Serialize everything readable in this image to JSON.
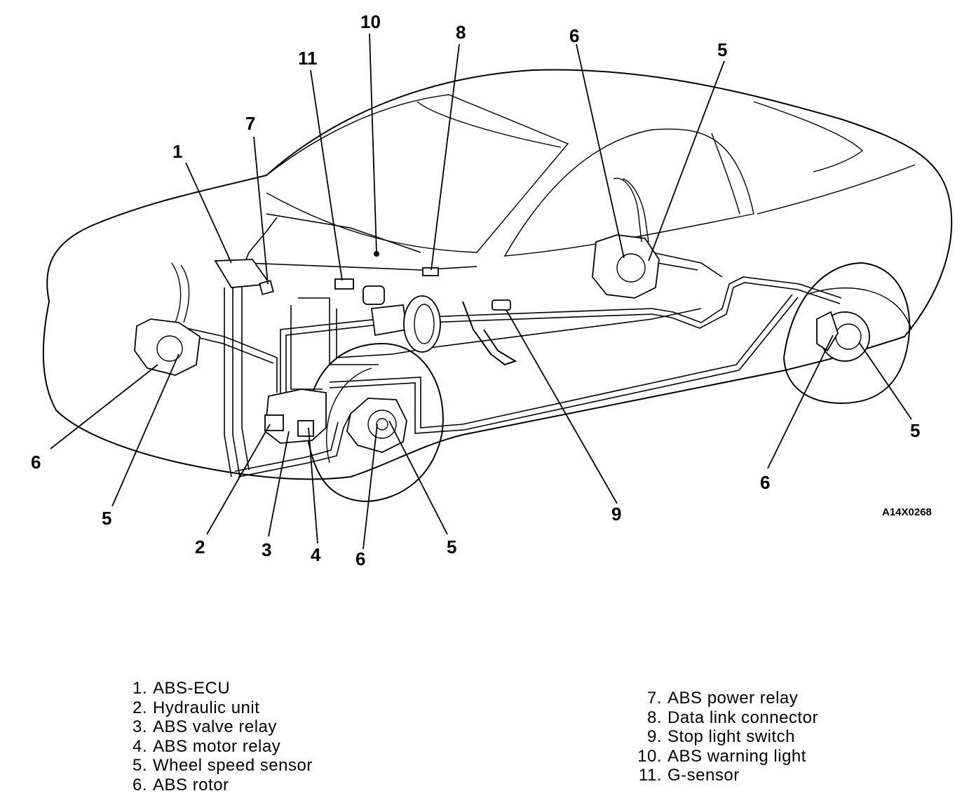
{
  "figure_code": "A14X0268",
  "callouts": {
    "c1": "1",
    "c2": "2",
    "c3": "3",
    "c4": "4",
    "c5a": "5",
    "c5b": "5",
    "c5c": "5",
    "c5d": "5",
    "c6a": "6",
    "c6b": "6",
    "c6c": "6",
    "c6d": "6",
    "c7": "7",
    "c8": "8",
    "c9": "9",
    "c10": "10",
    "c11": "11"
  },
  "legend": {
    "left": [
      {
        "num": "1.",
        "label": "ABS-ECU"
      },
      {
        "num": "2.",
        "label": "Hydraulic unit"
      },
      {
        "num": "3.",
        "label": "ABS valve relay"
      },
      {
        "num": "4.",
        "label": "ABS motor relay"
      },
      {
        "num": "5.",
        "label": "Wheel speed sensor"
      },
      {
        "num": "6.",
        "label": "ABS rotor"
      }
    ],
    "right": [
      {
        "num": "7.",
        "label": "ABS power relay"
      },
      {
        "num": "8.",
        "label": "Data link connector"
      },
      {
        "num": "9.",
        "label": "Stop light switch"
      },
      {
        "num": "10.",
        "label": "ABS warning light"
      },
      {
        "num": "11.",
        "label": "G-sensor"
      }
    ]
  }
}
